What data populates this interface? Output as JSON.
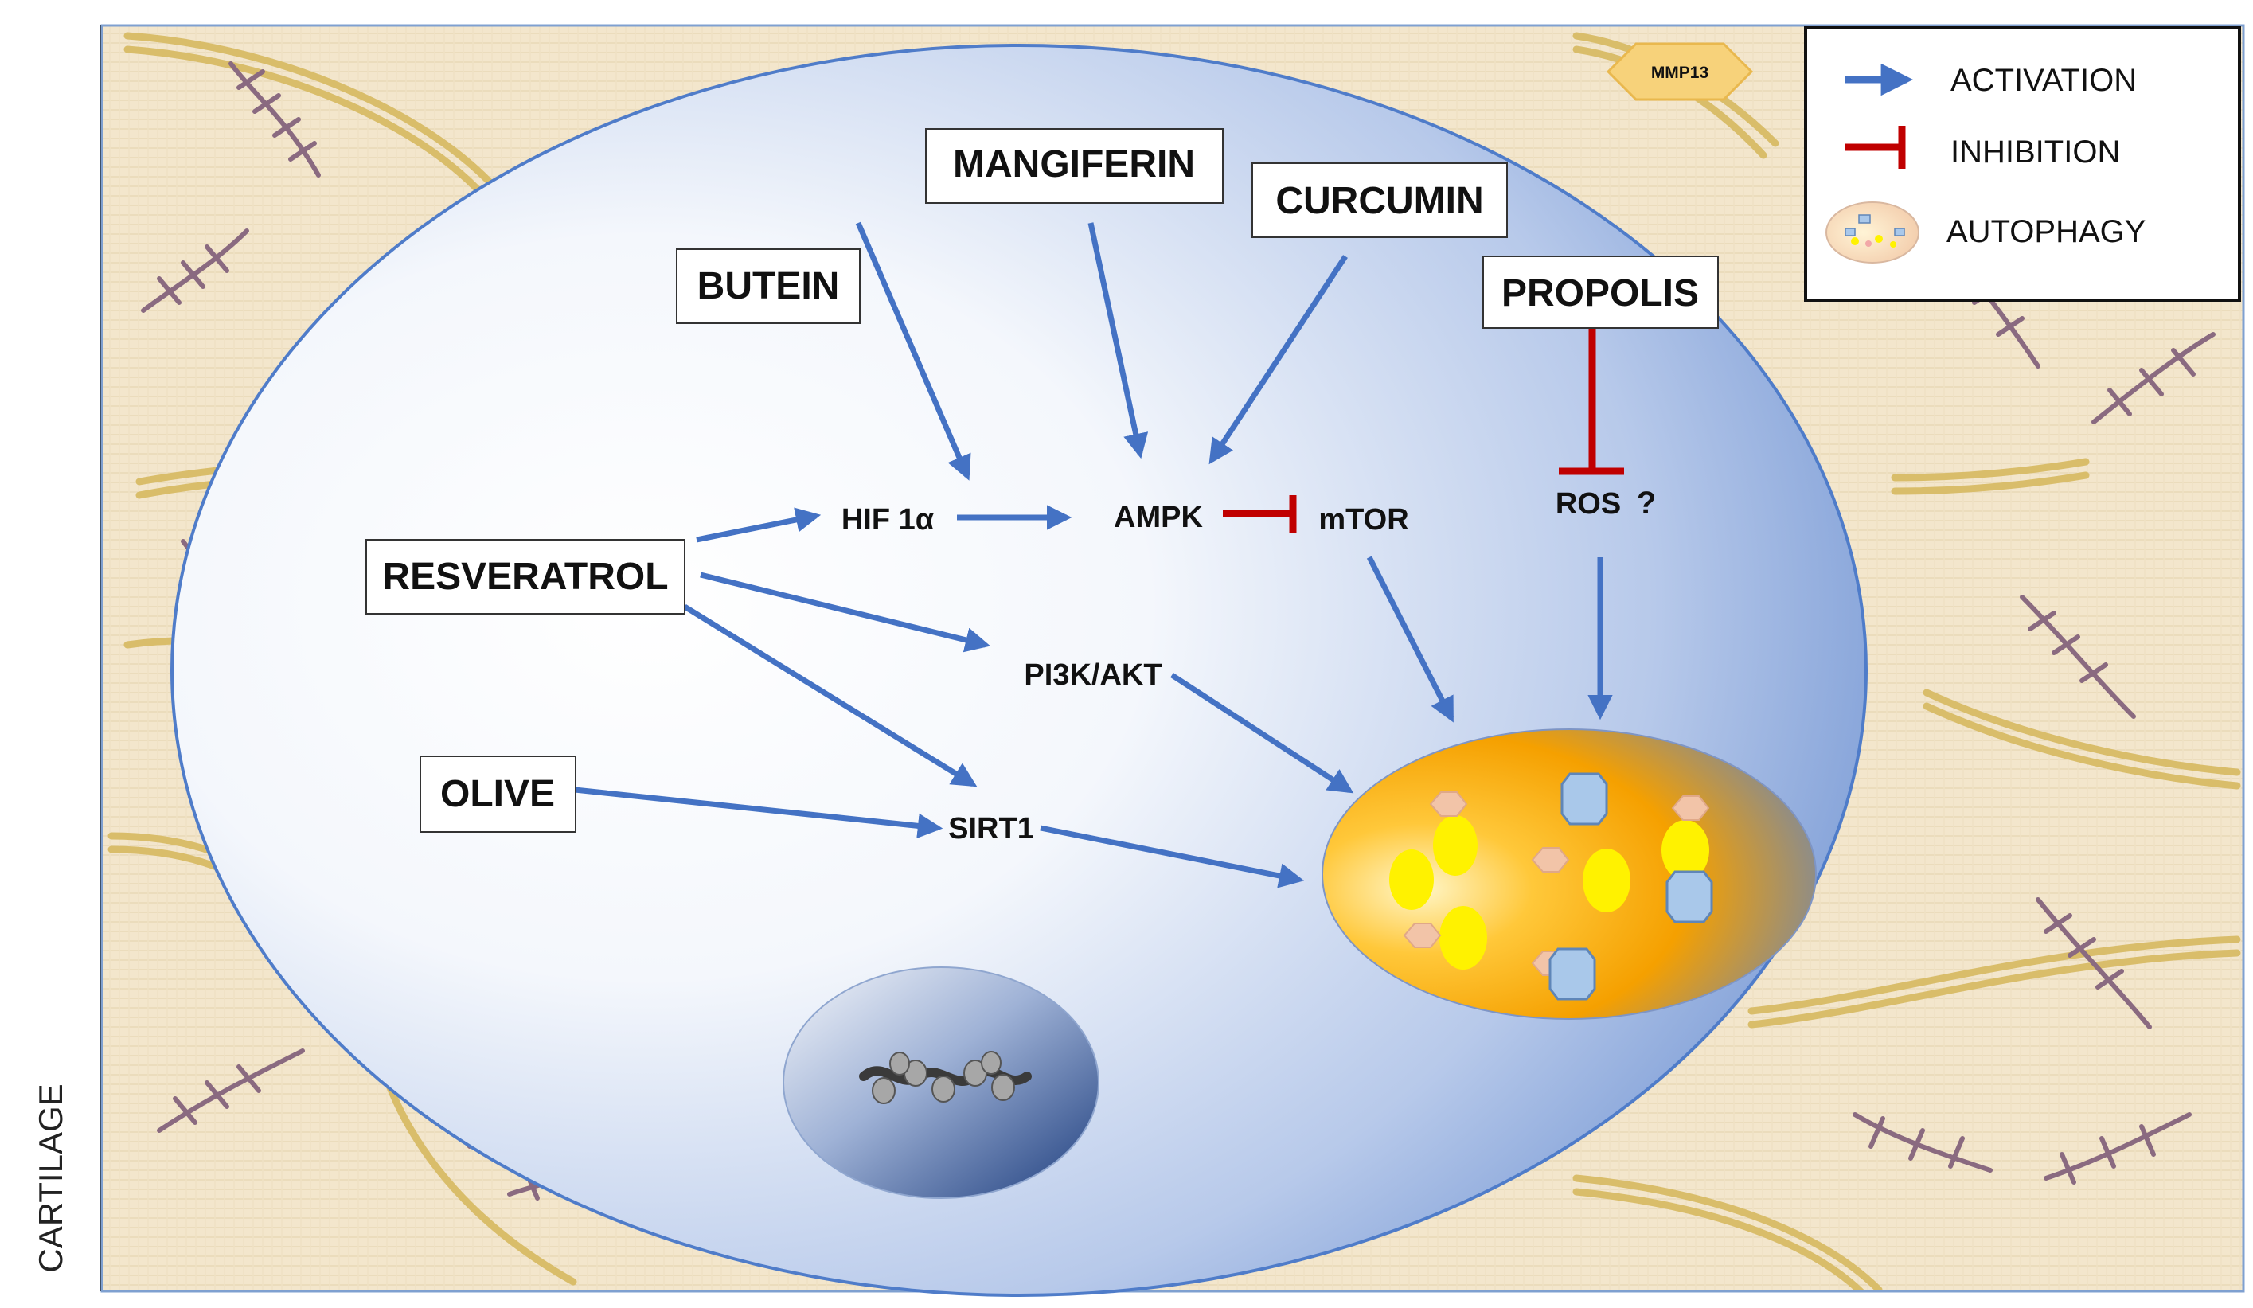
{
  "side_label": "CARTILAGE",
  "enzyme_badge": "MMP13",
  "compounds": {
    "mangiferin": "MANGIFERIN",
    "curcumin": "CURCUMIN",
    "butein": "BUTEIN",
    "propolis": "PROPOLIS",
    "resveratrol": "RESVERATROL",
    "olive": "OLIVE"
  },
  "nodes": {
    "hif": "HIF 1α",
    "ampk": "AMPK",
    "mtor": "mTOR",
    "ros": "ROS",
    "ros_question": "?",
    "pi3k": "PI3K/AKT",
    "sirt1": "SIRT1"
  },
  "legend": {
    "activation": "ACTIVATION",
    "inhibition": "INHIBITION",
    "autophagy": "AUTOPHAGY"
  },
  "colors": {
    "activation": "#4472C4",
    "inhibition": "#C00000",
    "cell_edge": "#4F7CC9",
    "background": "#F3E6CC",
    "fiber": "#D9BD6A",
    "collagen": "#8A6A80",
    "autophagosome": "#F5A800",
    "badge": "#F7D27A"
  }
}
